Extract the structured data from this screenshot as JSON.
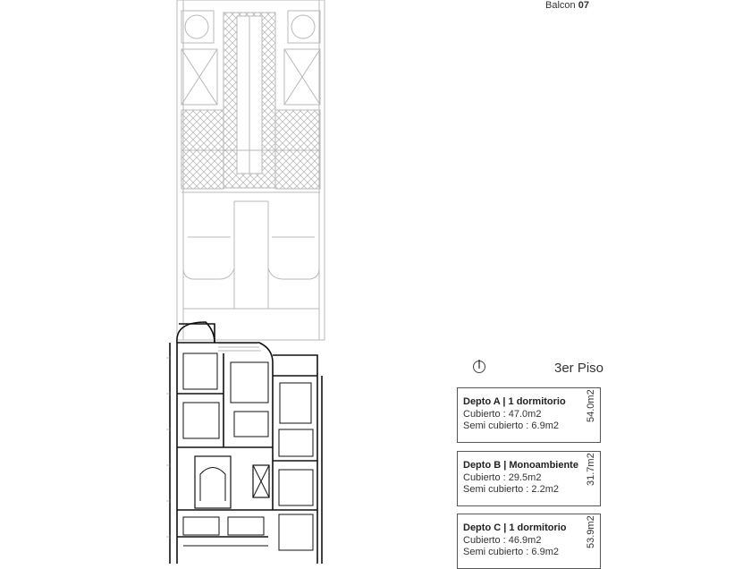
{
  "header": {
    "brand_name": "Balcon",
    "brand_number": "07"
  },
  "floor": {
    "title": "3er Piso"
  },
  "units": [
    {
      "name": "Depto A | 1 dormitorio",
      "covered": "Cubierto : 47.0m2",
      "semi": "Semi cubierto : 6.9m2",
      "total": "54.0m2"
    },
    {
      "name": "Depto B | Monoambiente",
      "covered": "Cubierto : 29.5m2",
      "semi": "Semi cubierto : 2.2m2",
      "total": "31.7m2"
    },
    {
      "name": "Depto C | 1 dormitorio",
      "covered": "Cubierto : 46.9m2",
      "semi": "Semi cubierto : 6.9m2",
      "total": "53.9m2"
    }
  ],
  "colors": {
    "plan_light": "#b8b8b8",
    "plan_dark": "#111111",
    "card_border": "#555555"
  }
}
